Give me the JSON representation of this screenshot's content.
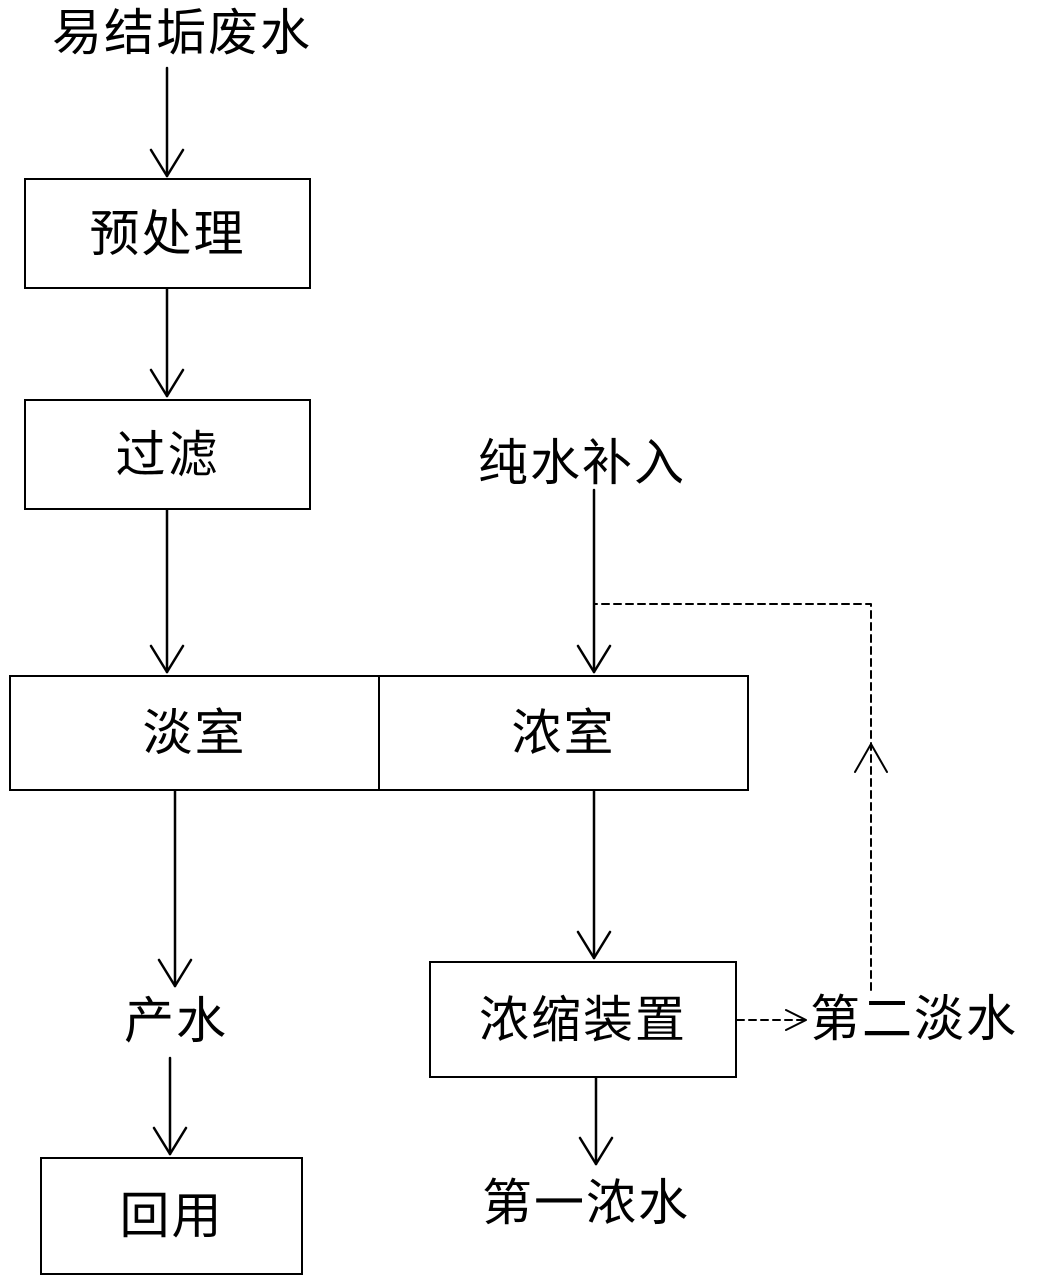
{
  "diagram": {
    "nodes": {
      "input_wastewater": "易结垢废水",
      "pretreatment": "预处理",
      "filtration": "过滤",
      "dilute_chamber": "淡室",
      "concentrate_chamber": "浓室",
      "pure_water_makeup": "纯水补入",
      "product_water": "产水",
      "reuse": "回用",
      "concentration_device": "浓缩装置",
      "second_dilute_water": "第二淡水",
      "first_concentrate_water": "第一浓水"
    },
    "edges": [
      {
        "from": "input_wastewater",
        "to": "pretreatment",
        "style": "solid"
      },
      {
        "from": "pretreatment",
        "to": "filtration",
        "style": "solid"
      },
      {
        "from": "filtration",
        "to": "dilute_chamber",
        "style": "solid"
      },
      {
        "from": "pure_water_makeup",
        "to": "concentrate_chamber",
        "style": "solid"
      },
      {
        "from": "dilute_chamber",
        "to": "product_water",
        "style": "solid"
      },
      {
        "from": "product_water",
        "to": "reuse",
        "style": "solid"
      },
      {
        "from": "concentrate_chamber",
        "to": "concentration_device",
        "style": "solid"
      },
      {
        "from": "concentration_device",
        "to": "first_concentrate_water",
        "style": "solid"
      },
      {
        "from": "concentration_device",
        "to": "second_dilute_water",
        "style": "dashed"
      },
      {
        "from": "second_dilute_water",
        "to": "concentrate_chamber",
        "style": "dashed"
      }
    ],
    "colors": {
      "line": "#000000",
      "background": "#ffffff"
    }
  }
}
